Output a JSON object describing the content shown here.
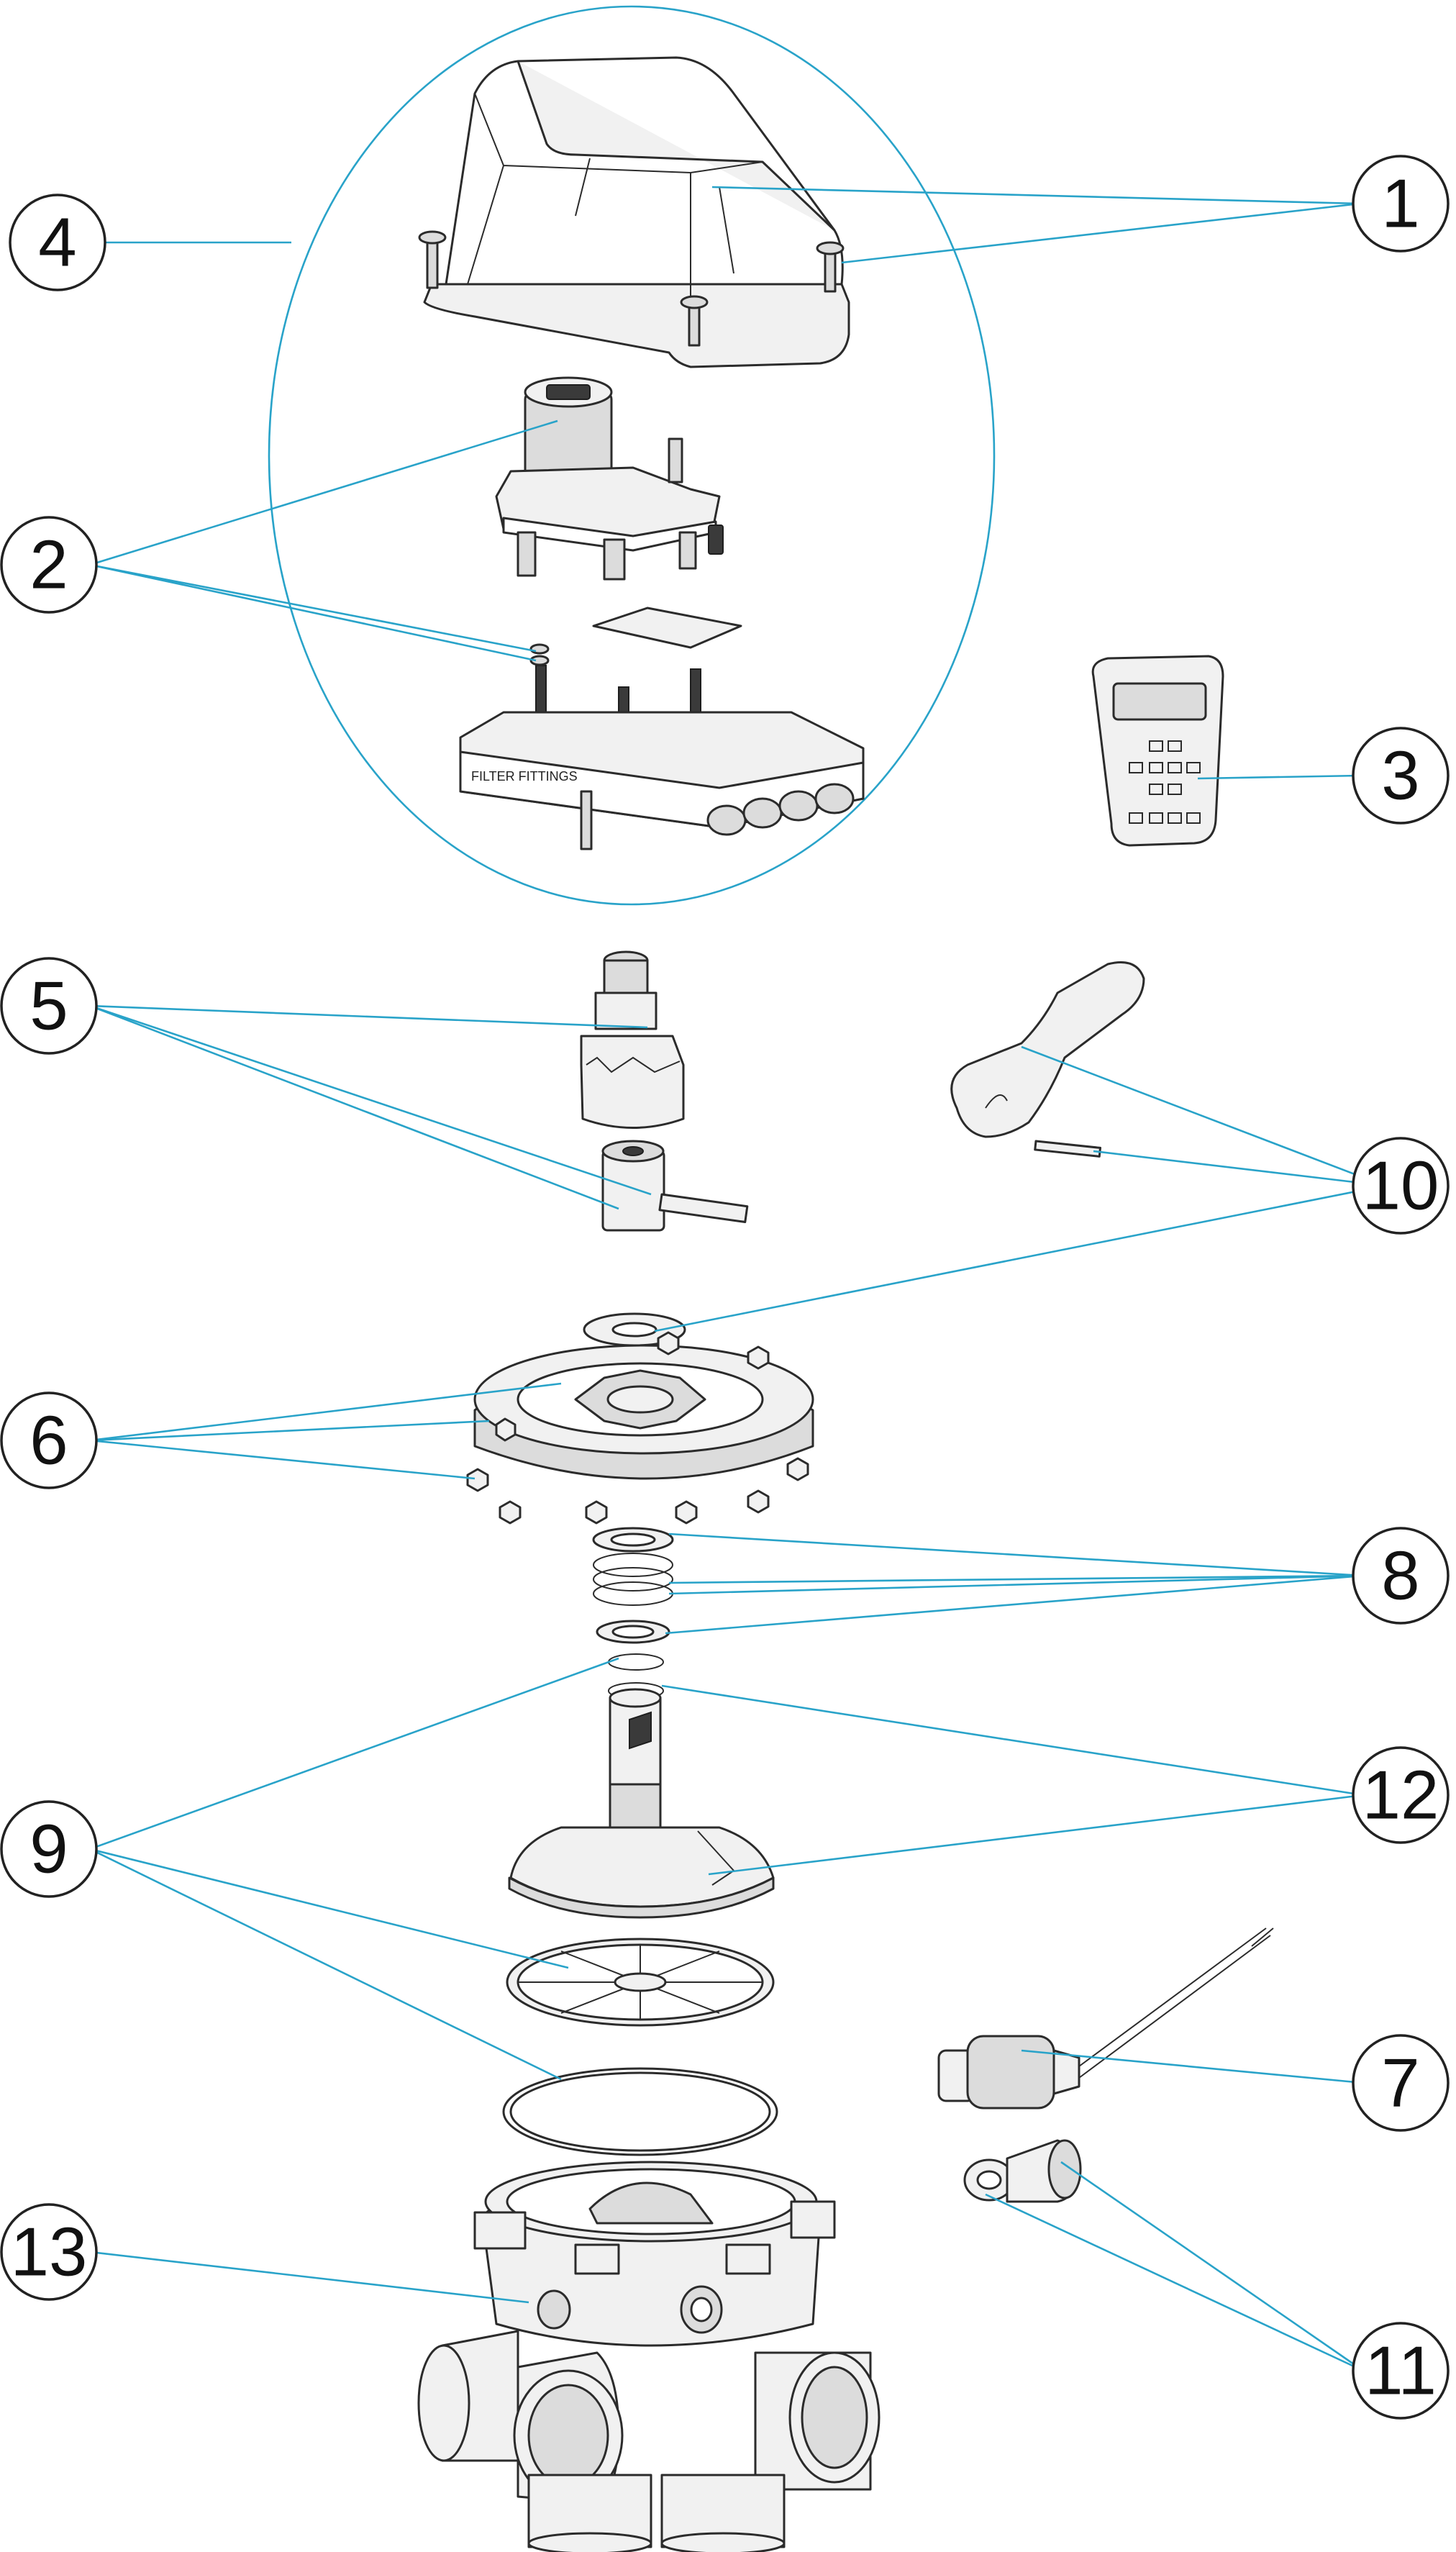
{
  "diagram": {
    "callouts": [
      {
        "id": "c1",
        "label": "1"
      },
      {
        "id": "c2",
        "label": "2"
      },
      {
        "id": "c3",
        "label": "3"
      },
      {
        "id": "c4",
        "label": "4"
      },
      {
        "id": "c5",
        "label": "5"
      },
      {
        "id": "c6",
        "label": "6"
      },
      {
        "id": "c7",
        "label": "7"
      },
      {
        "id": "c8",
        "label": "8"
      },
      {
        "id": "c9",
        "label": "9"
      },
      {
        "id": "c10",
        "label": "10"
      },
      {
        "id": "c11",
        "label": "11"
      },
      {
        "id": "c12",
        "label": "12"
      },
      {
        "id": "c13",
        "label": "13"
      }
    ],
    "embossed_text": "FILTER FITTINGS",
    "colors": {
      "leader_line": "#29a3c9",
      "outline": "#2b2b2b",
      "background": "#ffffff"
    }
  }
}
